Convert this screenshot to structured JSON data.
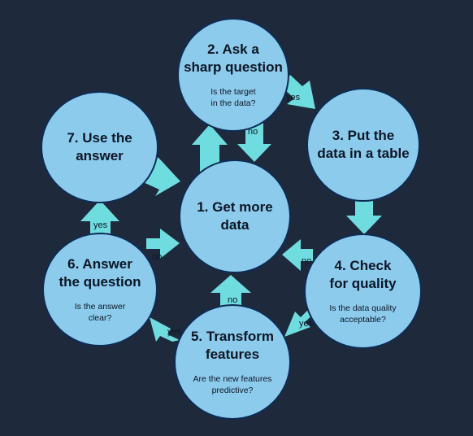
{
  "colors": {
    "background": "#1e2a3c",
    "circle": "#8dcbec",
    "circle_border": "#0d2c55",
    "arrow": "#6fdde0"
  },
  "steps": {
    "s1": {
      "title": "1. Get more\ndata"
    },
    "s2": {
      "title": "2. Ask a\nsharp question",
      "question": "Is the target\nin the data?"
    },
    "s3": {
      "title": "3. Put the\ndata in a table"
    },
    "s4": {
      "title": "4. Check\nfor quality",
      "question": "Is the data quality\nacceptable?"
    },
    "s5": {
      "title": "5. Transform\nfeatures",
      "question": "Are the new features\npredictive?"
    },
    "s6": {
      "title": "6. Answer\nthe question",
      "question": "Is the answer\nclear?"
    },
    "s7": {
      "title": "7. Use the\nanswer"
    }
  },
  "edge_labels": {
    "yes": "yes",
    "no": "no"
  }
}
